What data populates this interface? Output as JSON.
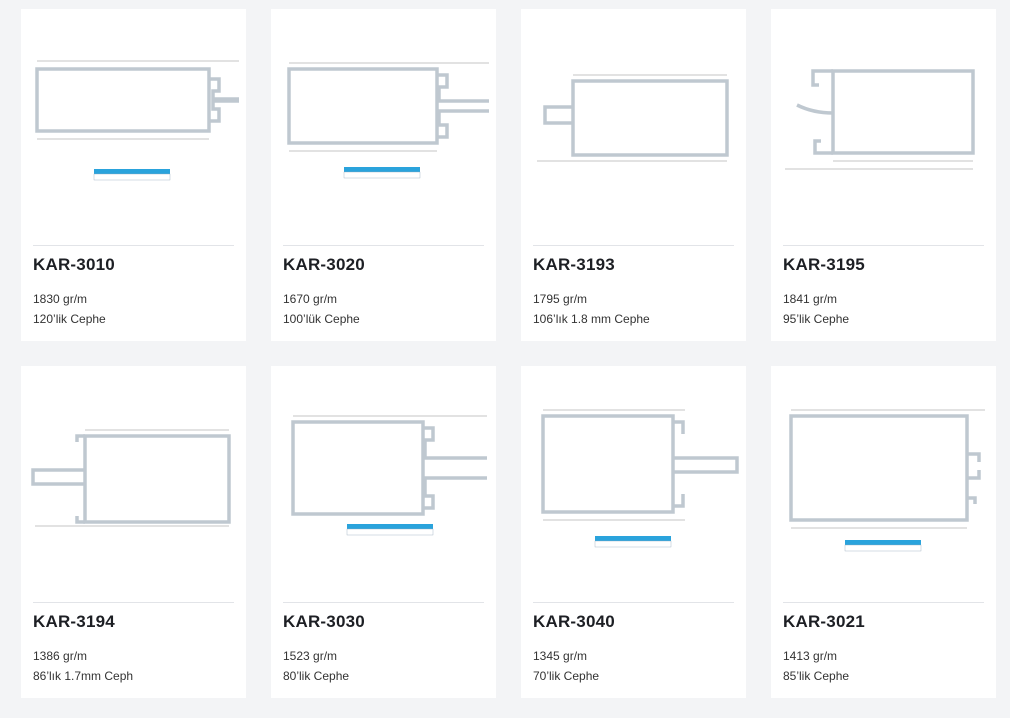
{
  "products": [
    {
      "code": "KAR-3010",
      "weight": "1830 gr/m",
      "desc": "120’lik Cephe"
    },
    {
      "code": "KAR-3020",
      "weight": "1670 gr/m",
      "desc": "100’lük Cephe"
    },
    {
      "code": "KAR-3193",
      "weight": "1795 gr/m",
      "desc": "106’lık 1.8 mm Cephe"
    },
    {
      "code": "KAR-3195",
      "weight": "1841 gr/m",
      "desc": "95’lik Cephe"
    },
    {
      "code": "KAR-3194",
      "weight": "1386 gr/m",
      "desc": "86’lık 1.7mm Ceph"
    },
    {
      "code": "KAR-3030",
      "weight": "1523 gr/m",
      "desc": "80’lik Cephe"
    },
    {
      "code": "KAR-3040",
      "weight": "1345 gr/m",
      "desc": "70’lik Cephe"
    },
    {
      "code": "KAR-3021",
      "weight": "1413 gr/m",
      "desc": "85’lik Cephe"
    }
  ],
  "colors": {
    "background": "#f3f4f6",
    "card": "#ffffff",
    "profile": "#bfc8d0",
    "table_header": "#2aa3dc"
  }
}
